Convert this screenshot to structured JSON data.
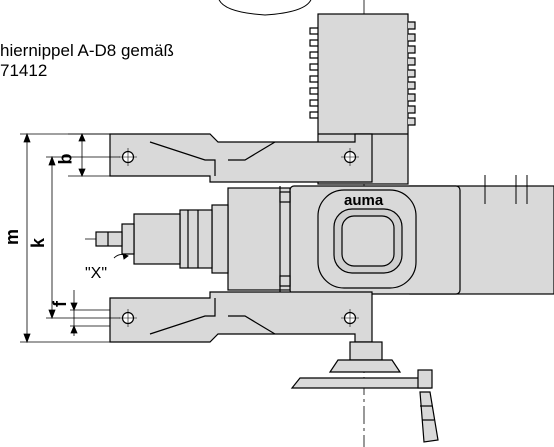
{
  "note": {
    "line1": "hiernippel A-D8 gemäß",
    "line2": "71412"
  },
  "dimensions": {
    "m": "m",
    "k": "k",
    "b": "b",
    "f": "f"
  },
  "view_label": "\"X\"",
  "brand": "auma",
  "colors": {
    "body_fill": "#d9d9d9",
    "line": "#000000",
    "background": "#ffffff"
  }
}
